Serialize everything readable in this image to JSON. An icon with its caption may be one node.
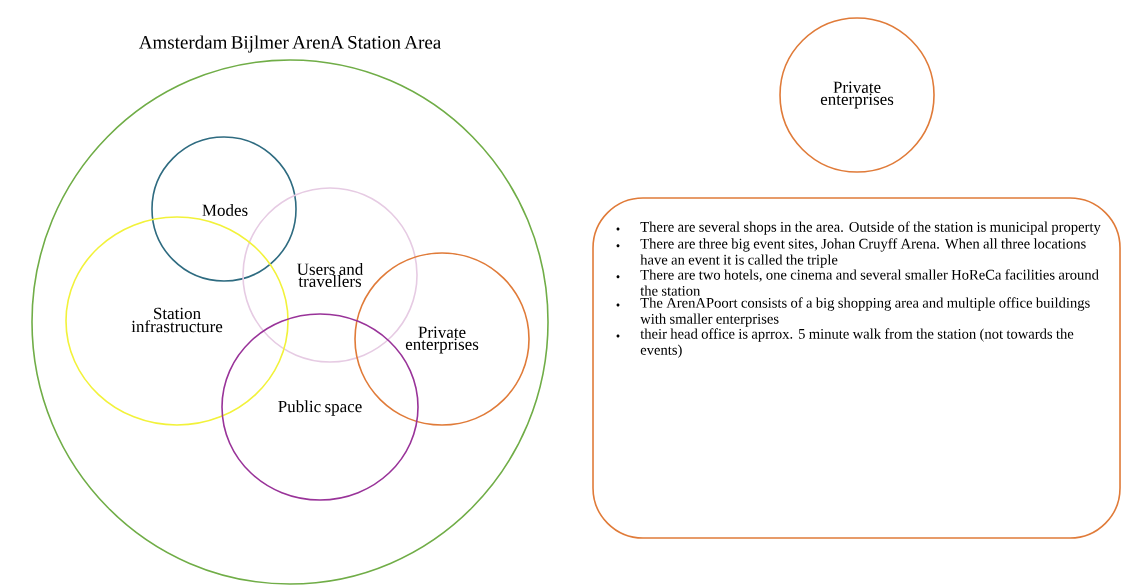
{
  "diagram": {
    "nodes": [
      {
        "text": [
          "Amsterdam Bijlmer ArenA Station Area"
        ]
      },
      {
        "text": [
          "Modes"
        ],
        "in": 0
      },
      {
        "text": [
          "Users and travellers"
        ],
        "in": 0
      },
      {
        "text": [
          "Station infrastructure"
        ],
        "in": 0
      },
      {
        "text": [
          "Private enterprises"
        ],
        "in": 0
      },
      {
        "text": [
          "Public space"
        ],
        "in": 0
      },
      {
        "text": [
          "Private enterprises"
        ]
      },
      {
        "text": [
          "There are several shops in the area. Outside of the station is municipal property",
          "There are three big event sites, Johan Cruyff Arena. When all three locations have an event it is called the triple",
          "There are two hotels, one cinema and several smaller HoReCa facilities around the station",
          "The ArenAPoort consists of a big shopping area and multiple office buildings with smaller enterprises",
          "their head office is aprrox. 5 minute walk from the station (not towards the events)"
        ]
      }
    ]
  }
}
